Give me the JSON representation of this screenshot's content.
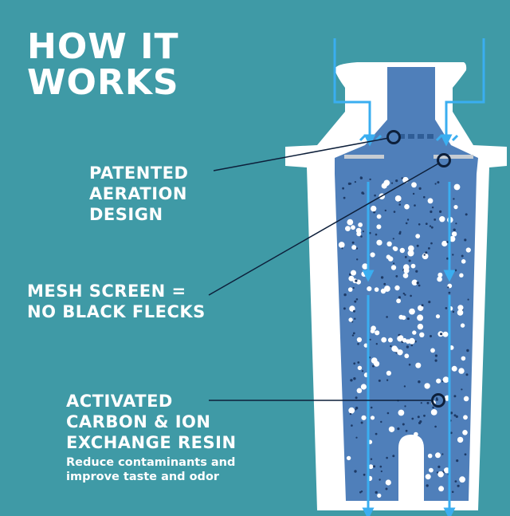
{
  "title": {
    "line1": "HOW IT",
    "line2": "WORKS"
  },
  "labels": [
    {
      "lines": [
        "PATENTED",
        "AERATION",
        "DESIGN"
      ]
    },
    {
      "lines": [
        "MESH SCREEN =",
        "NO BLACK FLECKS"
      ]
    },
    {
      "lines": [
        "ACTIVATED",
        "CARBON & ION",
        "EXCHANGE RESIN"
      ],
      "caption": [
        "Reduce contaminants and",
        "improve taste and odor"
      ]
    }
  ],
  "colors": {
    "background": "#3f9aa6",
    "filter_body": "#4f7fba",
    "filter_shell": "#ffffff",
    "flow_arrow": "#3aaef0",
    "granule_light": "#ffffff",
    "granule_dark": "#1d3a66",
    "callout": "#0d1f3a"
  }
}
